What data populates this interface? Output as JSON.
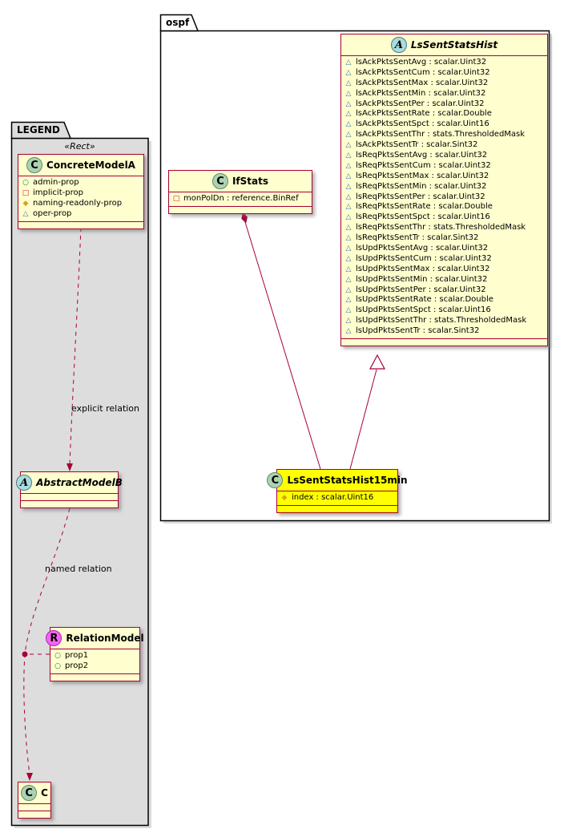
{
  "packages": {
    "ospf": {
      "label": "ospf"
    },
    "legend": {
      "label": "LEGEND",
      "stereotype": "«Rect»"
    }
  },
  "classes": {
    "lsSentStatsHist": {
      "name": "LsSentStatsHist",
      "badge": "A",
      "attributes": [
        {
          "icon": "triangle",
          "text": "lsAckPktsSentAvg : scalar.Uint32"
        },
        {
          "icon": "triangle",
          "text": "lsAckPktsSentCum : scalar.Uint32"
        },
        {
          "icon": "triangle",
          "text": "lsAckPktsSentMax : scalar.Uint32"
        },
        {
          "icon": "triangle",
          "text": "lsAckPktsSentMin : scalar.Uint32"
        },
        {
          "icon": "triangle",
          "text": "lsAckPktsSentPer : scalar.Uint32"
        },
        {
          "icon": "triangle",
          "text": "lsAckPktsSentRate : scalar.Double"
        },
        {
          "icon": "triangle",
          "text": "lsAckPktsSentSpct : scalar.Uint16"
        },
        {
          "icon": "triangle",
          "text": "lsAckPktsSentThr : stats.ThresholdedMask"
        },
        {
          "icon": "triangle",
          "text": "lsAckPktsSentTr : scalar.Sint32"
        },
        {
          "icon": "triangle",
          "text": "lsReqPktsSentAvg : scalar.Uint32"
        },
        {
          "icon": "triangle",
          "text": "lsReqPktsSentCum : scalar.Uint32"
        },
        {
          "icon": "triangle",
          "text": "lsReqPktsSentMax : scalar.Uint32"
        },
        {
          "icon": "triangle",
          "text": "lsReqPktsSentMin : scalar.Uint32"
        },
        {
          "icon": "triangle",
          "text": "lsReqPktsSentPer : scalar.Uint32"
        },
        {
          "icon": "triangle",
          "text": "lsReqPktsSentRate : scalar.Double"
        },
        {
          "icon": "triangle",
          "text": "lsReqPktsSentSpct : scalar.Uint16"
        },
        {
          "icon": "triangle",
          "text": "lsReqPktsSentThr : stats.ThresholdedMask"
        },
        {
          "icon": "triangle",
          "text": "lsReqPktsSentTr : scalar.Sint32"
        },
        {
          "icon": "triangle",
          "text": "lsUpdPktsSentAvg : scalar.Uint32"
        },
        {
          "icon": "triangle",
          "text": "lsUpdPktsSentCum : scalar.Uint32"
        },
        {
          "icon": "triangle",
          "text": "lsUpdPktsSentMax : scalar.Uint32"
        },
        {
          "icon": "triangle",
          "text": "lsUpdPktsSentMin : scalar.Uint32"
        },
        {
          "icon": "triangle",
          "text": "lsUpdPktsSentPer : scalar.Uint32"
        },
        {
          "icon": "triangle",
          "text": "lsUpdPktsSentRate : scalar.Double"
        },
        {
          "icon": "triangle",
          "text": "lsUpdPktsSentSpct : scalar.Uint16"
        },
        {
          "icon": "triangle",
          "text": "lsUpdPktsSentThr : stats.ThresholdedMask"
        },
        {
          "icon": "triangle",
          "text": "lsUpdPktsSentTr : scalar.Sint32"
        }
      ]
    },
    "ifStats": {
      "name": "IfStats",
      "badge": "C",
      "attributes": [
        {
          "icon": "square",
          "text": "monPolDn : reference.BinRef"
        }
      ]
    },
    "lsSentStatsHist15min": {
      "name": "LsSentStatsHist15min",
      "badge": "C",
      "attributes": [
        {
          "icon": "diamond",
          "text": "index : scalar.Uint16"
        }
      ]
    },
    "concreteModelA": {
      "name": "ConcreteModelA",
      "badge": "C",
      "attributes": [
        {
          "icon": "circle",
          "text": "admin-prop"
        },
        {
          "icon": "square",
          "text": "implicit-prop"
        },
        {
          "icon": "diamond",
          "text": "naming-readonly-prop"
        },
        {
          "icon": "triangle",
          "text": "oper-prop"
        }
      ]
    },
    "abstractModelB": {
      "name": "AbstractModelB",
      "badge": "A",
      "attributes": []
    },
    "relationModel": {
      "name": "RelationModel",
      "badge": "R",
      "attributes": [
        {
          "icon": "circle",
          "text": "prop1"
        },
        {
          "icon": "circle",
          "text": "prop2"
        }
      ]
    },
    "c": {
      "name": "C",
      "badge": "C",
      "attributes": []
    }
  },
  "edges": {
    "explicit_label": "explicit relation",
    "named_label": "named relation"
  },
  "icons": {
    "triangle": {
      "glyph": "△",
      "color": "#4177AF"
    },
    "circle": {
      "glyph": "○",
      "color": "#038048"
    },
    "square": {
      "glyph": "□",
      "color": "#C82930"
    },
    "diamond": {
      "glyph": "◆",
      "color": "#D9A118"
    }
  },
  "colors": {
    "class_bg": "#FEFECE",
    "class_border": "#A80036",
    "highlight_bg": "#FFFF00",
    "legend_bg": "#DDDDDD",
    "edge": "#A80036"
  }
}
